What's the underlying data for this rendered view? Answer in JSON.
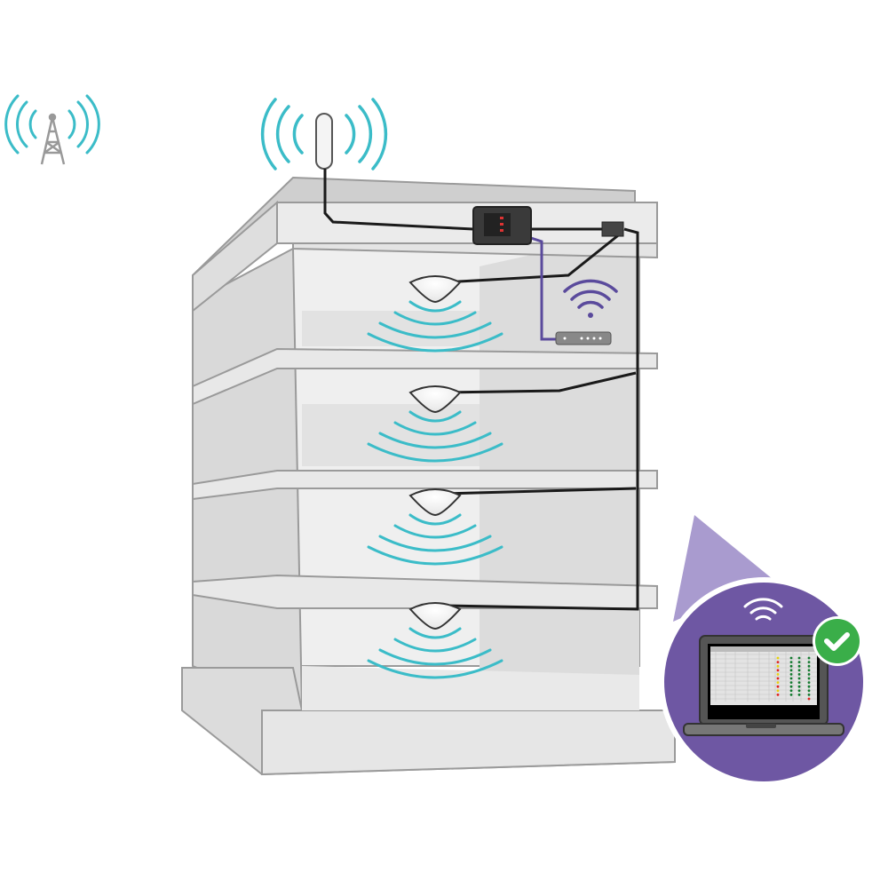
{
  "colors": {
    "signal_wave": "#3bbcc8",
    "wall_light": "#e6e6e6",
    "wall_mid": "#d6d6d6",
    "wall_outline": "#9a9a9a",
    "cable": "#1a1a1a",
    "ethernet_cable": "#5a4a9c",
    "wifi_purple": "#5a4a9c",
    "badge_circle": "#6e57a3",
    "spotlight": "#a99bcf",
    "check_green": "#3aae49"
  },
  "icons": {
    "cell_tower": "cell-tower-icon",
    "donor_antenna": "donor-antenna-icon",
    "booster": "signal-booster-icon",
    "splitter": "splitter-icon",
    "router": "wifi-router-icon",
    "ceiling_antenna": "ceiling-antenna-icon",
    "laptop": "laptop-icon",
    "check": "check-badge-icon"
  },
  "floors": 4,
  "laptop_screen": {
    "status_columns": [
      {
        "dots": [
          "yellow",
          "red",
          "yellow",
          "red",
          "yellow",
          "red",
          "yellow",
          "red",
          "yellow",
          "red"
        ]
      },
      {
        "dots": [
          "green",
          "green",
          "green",
          "green",
          "green",
          "green",
          "green",
          "green",
          "green",
          "green"
        ]
      },
      {
        "dots": [
          "green",
          "green",
          "green",
          "green",
          "green",
          "green",
          "green",
          "green",
          "green",
          "green"
        ]
      },
      {
        "dots": [
          "green",
          "green",
          "green",
          "green",
          "green",
          "green",
          "green",
          "green",
          "green",
          "green",
          "red"
        ]
      }
    ]
  }
}
